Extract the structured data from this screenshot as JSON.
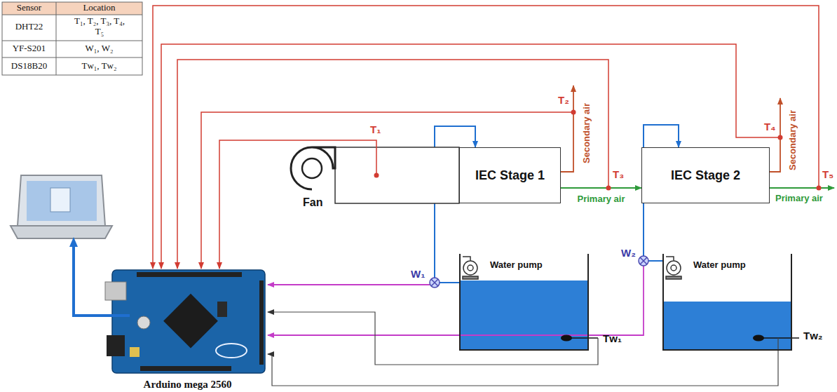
{
  "diagram": {
    "nodes": [
      {
        "text": [
          "IEC Stage 1"
        ]
      },
      {
        "text": [
          "IEC Stage 2"
        ]
      },
      {
        "text": [
          "Water pump"
        ]
      },
      {
        "text": [
          "Water pump"
        ]
      },
      {
        "text": [
          "Arduino mega 2560"
        ]
      }
    ],
    "edges": [
      {
        "from": 0,
        "to": 1,
        "arrow": "to",
        "label": "Primary air"
      },
      {
        "from": 2,
        "to": 0,
        "arrow": "to"
      },
      {
        "from": 3,
        "to": 1,
        "arrow": "to"
      }
    ],
    "labels": [
      "Sensor",
      "Location",
      "DHT22",
      "T₁, T₂, T₃, T₄, T₅",
      "YF-S201",
      "W₁, W₂",
      "DS18B20",
      "Tᴡ₁, Tᴡ₂",
      "Fan",
      "T₁",
      "T₂",
      "Secondary air",
      "T₃",
      "T₄",
      "Secondary air",
      "T₅",
      "Primary air",
      "W₁",
      "W₂",
      "Tᴡ₁",
      "Tᴡ₂"
    ]
  }
}
